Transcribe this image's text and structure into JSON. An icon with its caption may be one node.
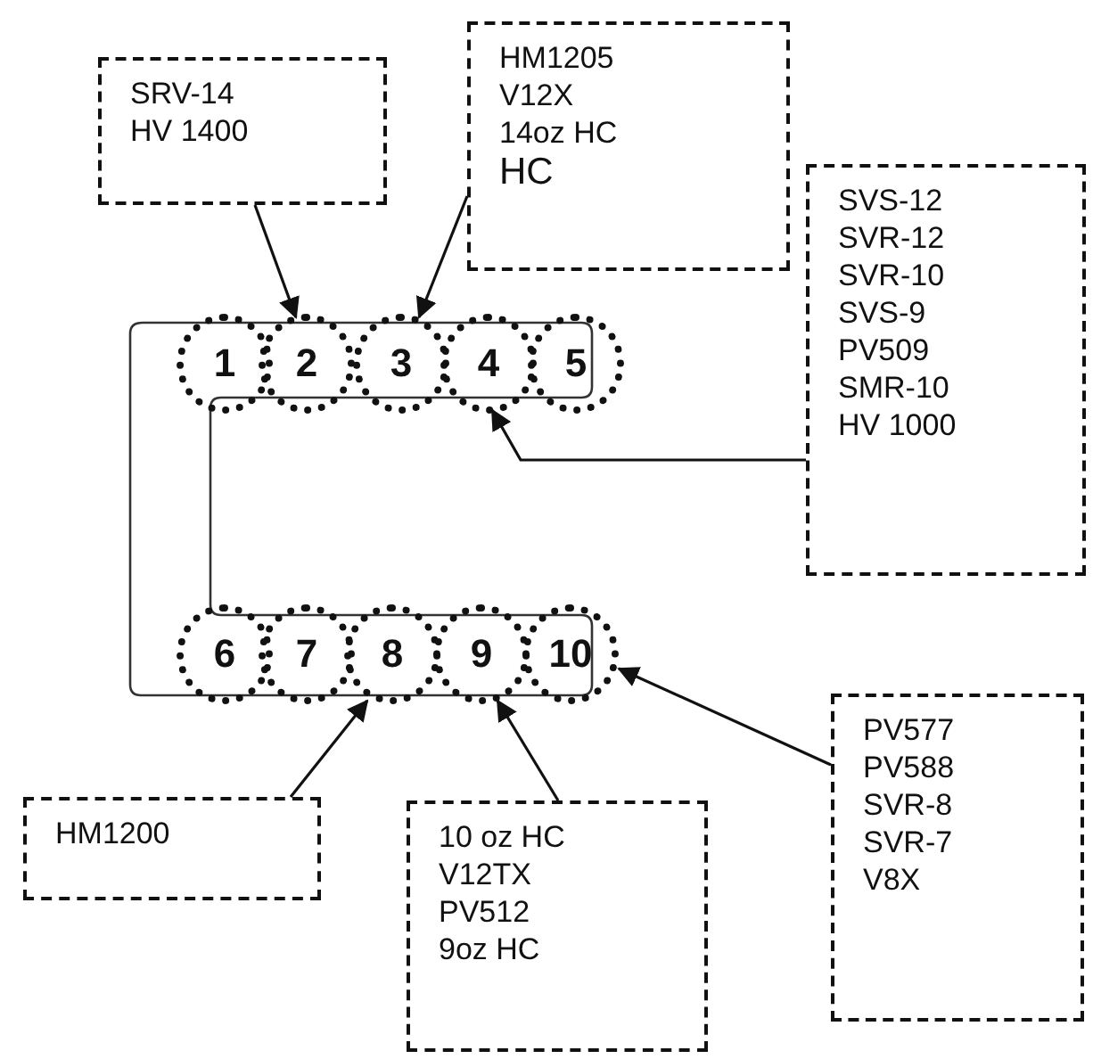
{
  "diagram": {
    "nodes": [
      {
        "text": [
          "SRV-14",
          "HV 1400"
        ]
      },
      {
        "text": [
          "HM1205",
          "V12X",
          "14oz HC",
          "HC"
        ]
      },
      {
        "text": [
          "SVS-12",
          "SVR-12",
          "SVR-10",
          "SVS-9",
          "PV509",
          "SMR-10",
          "HV 1000"
        ]
      },
      {
        "text": [
          "1"
        ]
      },
      {
        "text": [
          "2"
        ]
      },
      {
        "text": [
          "3"
        ]
      },
      {
        "text": [
          "4"
        ]
      },
      {
        "text": [
          "5"
        ]
      },
      {
        "text": [
          "6"
        ]
      },
      {
        "text": [
          "7"
        ]
      },
      {
        "text": [
          "8"
        ]
      },
      {
        "text": [
          "9"
        ]
      },
      {
        "text": [
          "10"
        ]
      },
      {
        "text": [
          "HM1200"
        ]
      },
      {
        "text": [
          "10 oz HC",
          "V12TX",
          "PV512",
          "9oz HC"
        ]
      },
      {
        "text": [
          "PV577",
          "PV588",
          "SVR-8",
          "SVR-7",
          "V8X"
        ]
      }
    ],
    "edges": [
      {
        "from": 0,
        "to": 4,
        "arrow": "to"
      },
      {
        "from": 1,
        "to": 5,
        "arrow": "to"
      },
      {
        "from": 2,
        "to": 6,
        "arrow": "to"
      },
      {
        "from": 13,
        "to": 10,
        "arrow": "to"
      },
      {
        "from": 14,
        "to": 11,
        "arrow": "to"
      },
      {
        "from": 15,
        "to": 12,
        "arrow": "to"
      }
    ]
  }
}
